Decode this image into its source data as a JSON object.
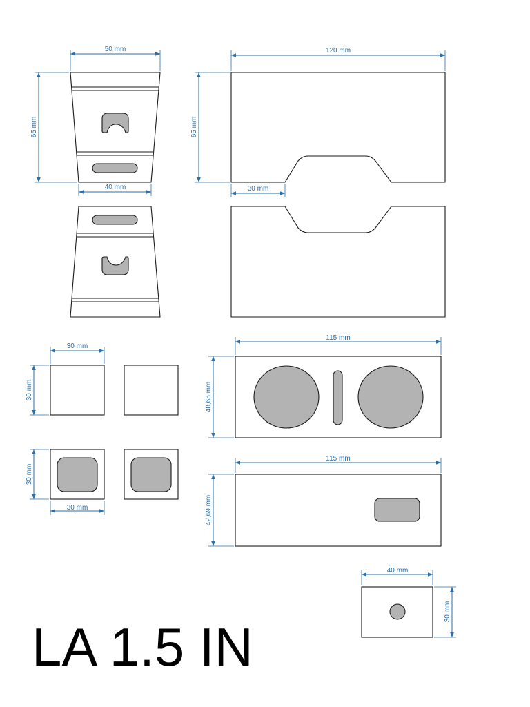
{
  "title": "LA 1.5 IN",
  "dimensions": {
    "front_top_width": "50 mm",
    "front_height": "65 mm",
    "front_bottom_width": "40 mm",
    "side_width": "120 mm",
    "side_height": "65 mm",
    "side_notch_offset": "30 mm",
    "square_top_width": "30 mm",
    "square_top_height": "30 mm",
    "square_bottom_height": "30 mm",
    "square_bottom_width": "30 mm",
    "plate_top_width": "115 mm",
    "plate_top_height": "48,65 mm",
    "plate_bottom_width": "115 mm",
    "plate_bottom_height": "42,69 mm",
    "small_width": "40 mm",
    "small_height": "30 mm"
  },
  "colors": {
    "dimension": "#2a6fa8",
    "cutout": "#b3b3b3",
    "outline": "#1a1a1a"
  }
}
